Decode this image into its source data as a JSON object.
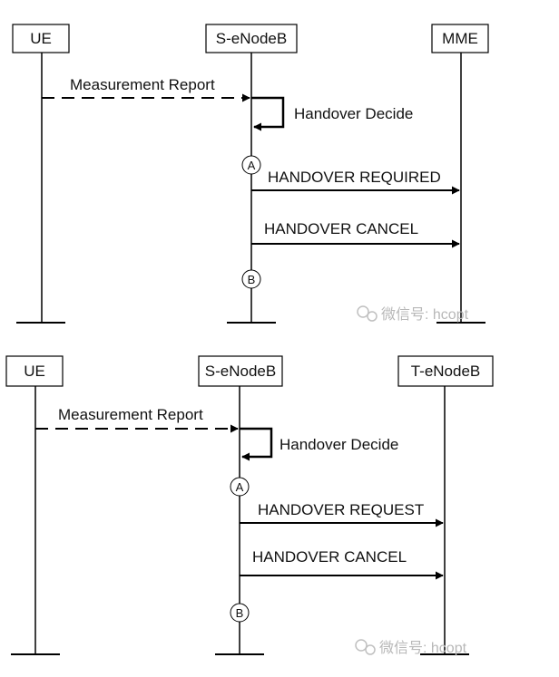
{
  "diagrams": [
    {
      "entities": {
        "left": "UE",
        "middle": "S-eNodeB",
        "right": "MME"
      },
      "messages": {
        "measurement": "Measurement Report",
        "decide": "Handover Decide",
        "msg1": "HANDOVER REQUIRED",
        "msg2": "HANDOVER CANCEL"
      },
      "markers": {
        "a": "A",
        "b": "B"
      },
      "watermark": "微信号: hcopt"
    },
    {
      "entities": {
        "left": "UE",
        "middle": "S-eNodeB",
        "right": "T-eNodeB"
      },
      "messages": {
        "measurement": "Measurement Report",
        "decide": "Handover Decide",
        "msg1": "HANDOVER REQUEST",
        "msg2": "HANDOVER CANCEL"
      },
      "markers": {
        "a": "A",
        "b": "B"
      },
      "watermark": "微信号: hcopt"
    }
  ]
}
